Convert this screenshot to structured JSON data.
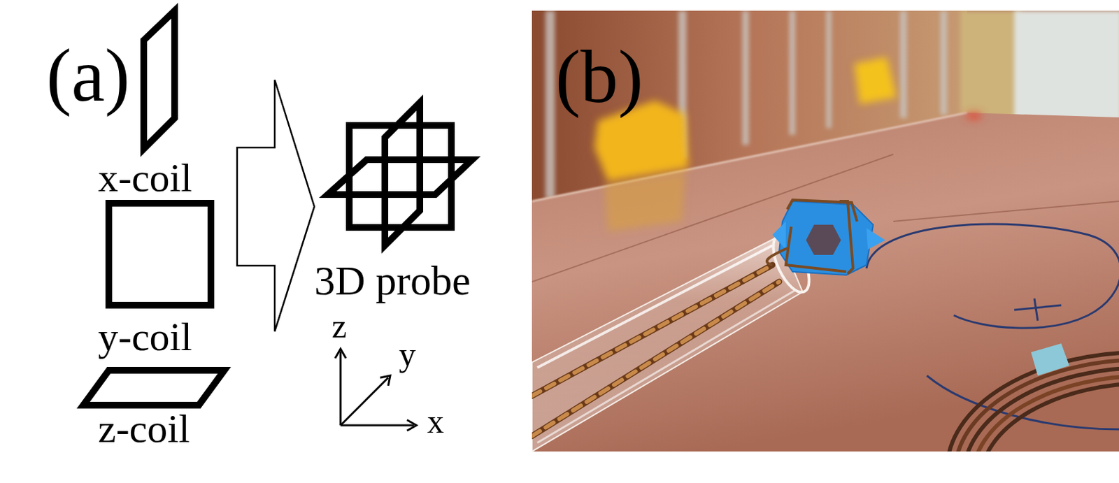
{
  "diagram": {
    "labels": [
      "(a)",
      "x-coil",
      "y-coil",
      "z-coil",
      "3D probe",
      "z",
      "y",
      "x",
      "(b)"
    ]
  }
}
